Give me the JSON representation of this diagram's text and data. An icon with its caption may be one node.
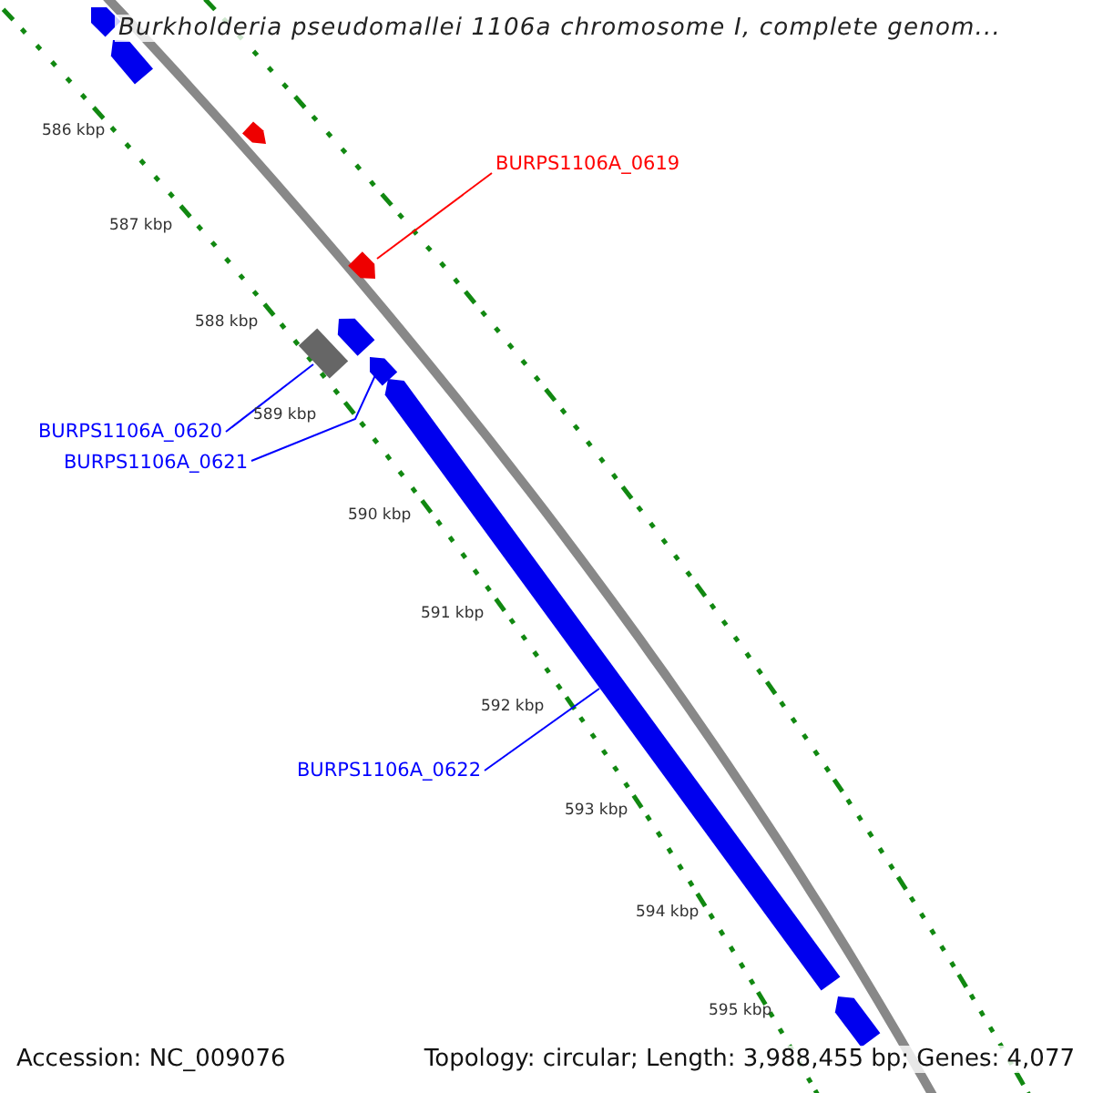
{
  "diagram": {
    "title": "Burkholderia pseudomallei 1106a chromosome I, complete genom...",
    "nodes": [
      {
        "text": [],
        "shape": "bar"
      },
      {
        "text": [],
        "shape": "bar"
      },
      {
        "text": [],
        "shape": "bar"
      },
      {
        "text": [
          "BURPS1106A_0619"
        ]
      },
      {
        "text": [],
        "shape": "bar"
      },
      {
        "text": [],
        "shape": "bar"
      },
      {
        "text": [],
        "shape": "bar"
      },
      {
        "text": [
          "BURPS1106A_0620"
        ]
      },
      {
        "text": [
          "BURPS1106A_0621"
        ]
      },
      {
        "text": [],
        "shape": "bar"
      },
      {
        "text": [],
        "shape": "bar"
      },
      {
        "text": [
          "BURPS1106A_0622"
        ]
      },
      {
        "text": [],
        "shape": "bar"
      }
    ],
    "edges": [
      {
        "from": 3,
        "to": 4,
        "arrow": "none",
        "color": "#ff0000"
      },
      {
        "from": 7,
        "to": 6,
        "arrow": "none"
      },
      {
        "from": 8,
        "to": 9,
        "arrow": "none"
      },
      {
        "from": 11,
        "to": 10,
        "arrow": "none"
      }
    ],
    "labels": [
      "586 kbp",
      "587 kbp",
      "588 kbp",
      "589 kbp",
      "590 kbp",
      "591 kbp",
      "592 kbp",
      "593 kbp",
      "594 kbp",
      "595 kbp",
      "Accession: NC_009076",
      "Topology: circular; Length: 3,988,455 bp; Genes: 4,077"
    ]
  }
}
